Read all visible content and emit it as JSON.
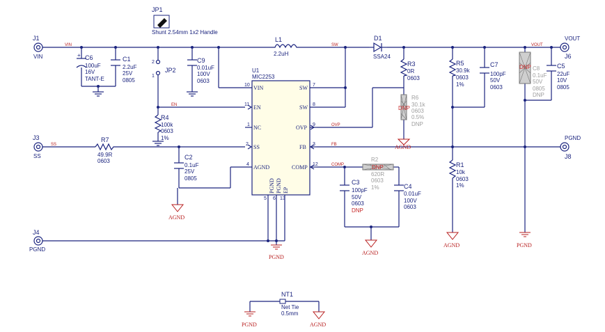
{
  "jumper": {
    "ref": "JP1",
    "desc": "Shunt 2.54mm 1x2 Handle"
  },
  "connectors": {
    "j1": {
      "ref": "J1",
      "net": "VIN"
    },
    "j3": {
      "ref": "J3",
      "net": "SS"
    },
    "j4": {
      "ref": "J4",
      "net": "PGND"
    },
    "j6": {
      "ref": "J6",
      "net": "VOUT"
    },
    "j8": {
      "ref": "J8",
      "net": "PGND"
    }
  },
  "nets": {
    "vin": "VIN",
    "sw": "SW",
    "vout": "VOUT",
    "en": "EN",
    "ss": "SS",
    "ovp": "OVP",
    "fb": "FB",
    "comp": "COMP"
  },
  "ground": {
    "agnd": "AGND",
    "pgnd": "PGND"
  },
  "ic": {
    "ref": "U1",
    "part": "MIC2253",
    "pins": {
      "vin": "VIN",
      "en": "EN",
      "nc": "NC",
      "ss": "SS",
      "agnd": "AGND",
      "sw1": "SW",
      "sw2": "SW",
      "ovp": "OVP",
      "fb": "FB",
      "comp": "COMP",
      "pgnd1": "PGND",
      "pgnd2": "PGND",
      "ep": "EP"
    },
    "pin_numbers": {
      "vin": "10",
      "en": "11",
      "nc": "1",
      "ss": "2",
      "agnd": "4",
      "sw1": "7",
      "sw2": "8",
      "ovp": "9",
      "fb": "3",
      "comp": "12",
      "pgnd1": "5",
      "pgnd2": "6",
      "ep": "13"
    }
  },
  "components": {
    "c6": {
      "ref": "C6",
      "lines": [
        "100uF",
        "16V",
        "TANT-E"
      ]
    },
    "c1": {
      "ref": "C1",
      "lines": [
        "2.2uF",
        "25V",
        "0805"
      ]
    },
    "c9": {
      "ref": "C9",
      "lines": [
        "0.01uF",
        "100V",
        "0603"
      ]
    },
    "jp2": {
      "ref": "JP2",
      "pin1": "1",
      "pin2": "2"
    },
    "r4": {
      "ref": "R4",
      "lines": [
        "100k",
        "0603",
        "1%"
      ]
    },
    "r7": {
      "ref": "R7",
      "lines": [
        "49.9R",
        "0603"
      ]
    },
    "c2": {
      "ref": "C2",
      "lines": [
        "0.1uF",
        "25V",
        "0805"
      ]
    },
    "l1": {
      "ref": "L1",
      "lines": [
        "2.2uH"
      ]
    },
    "d1": {
      "ref": "D1",
      "lines": [
        "SSA24"
      ]
    },
    "r3": {
      "ref": "R3",
      "lines": [
        "0R",
        "0603"
      ]
    },
    "r6": {
      "ref": "R6",
      "lines": [
        "30.1k",
        "0603",
        "0.5%",
        "DNP"
      ],
      "dnp": "DNP"
    },
    "r5": {
      "ref": "R5",
      "lines": [
        "30.9k",
        "0603",
        "1%"
      ]
    },
    "c7": {
      "ref": "C7",
      "lines": [
        "100pF",
        "50V",
        "0603"
      ]
    },
    "c8": {
      "ref": "C8",
      "lines": [
        "0.1uF",
        "50V",
        "0805",
        "DNP"
      ],
      "dnp": "DNP"
    },
    "c5": {
      "ref": "C5",
      "lines": [
        "22uF",
        "10V",
        "0805"
      ]
    },
    "r1": {
      "ref": "R1",
      "lines": [
        "10k",
        "0603",
        "1%"
      ]
    },
    "r2": {
      "ref": "R2",
      "lines": [
        "620R",
        "0603",
        "1%"
      ],
      "dnp": "DNP"
    },
    "c3": {
      "ref": "C3",
      "lines": [
        "100pF",
        "50V",
        "0603",
        "DNP"
      ]
    },
    "c4": {
      "ref": "C4",
      "lines": [
        "0.01uF",
        "100V",
        "0603"
      ]
    },
    "nt1": {
      "ref": "NT1",
      "lines": [
        "Net Tie",
        "0.5mm"
      ]
    }
  }
}
